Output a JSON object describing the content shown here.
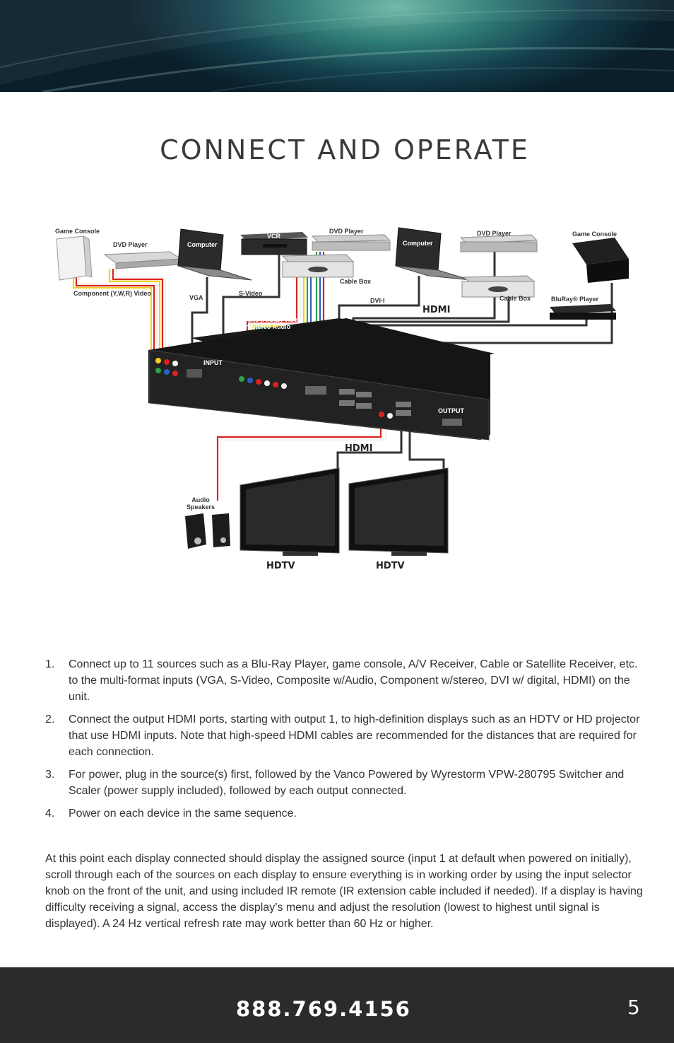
{
  "page": {
    "title": "CONNECT AND OPERATE",
    "phone": "888.769.4156",
    "page_number": "5"
  },
  "diagram": {
    "labels": {
      "game_console_left": "Game Console",
      "dvd_player_left": "DVD Player",
      "computer_left": "Computer",
      "vcr": "VCR",
      "dvd_player_mid": "DVD Player",
      "computer_right": "Computer",
      "dvd_player_right": "DVD Player",
      "game_console_right": "Game Console",
      "cable_box_mid": "Cable Box",
      "cable_box_right": "Cable Box",
      "bluray_player": "BluRay® Player",
      "component_video": "Component (Y,W,R) Video",
      "vga": "VGA",
      "svideo": "S-Video",
      "dvi": "DVI-I",
      "hdmi_top": "HDMI",
      "composite_line1": "Composite (R,G,B) Video",
      "composite_line2": "with Stereo Audio",
      "hdmi_bottom": "HDMI",
      "audio_line1": "Audio",
      "audio_line2": "Speakers",
      "hdtv_left": "HDTV",
      "hdtv_right": "HDTV",
      "input_panel": "INPUT",
      "output_panel": "OUTPUT"
    },
    "cable_colors": {
      "red": "#d9231f",
      "yellow": "#f2d21e",
      "white": "#f4f4f4",
      "green": "#2aa24a",
      "blue": "#2b5fc7",
      "black": "#333333"
    }
  },
  "instructions": {
    "steps": [
      {
        "num": "1.",
        "text": "Connect up to 11 sources such as a Blu-Ray Player, game console, A/V Receiver, Cable or Satellite Receiver, etc. to the multi-format inputs (VGA, S-Video, Composite w/Audio, Component w/stereo, DVI w/ digital, HDMI) on the unit."
      },
      {
        "num": "2.",
        "text": "Connect the output HDMI ports, starting with output 1, to high-definition displays such as an HDTV or HD projector that use HDMI inputs.  Note that high-speed HDMI cables are recommended for the distances that are required for each connection."
      },
      {
        "num": "3.",
        "text": "For power, plug in the source(s) first, followed by the Vanco Powered by Wyrestorm VPW-280795 Switcher and Scaler (power supply included), followed by each output connected."
      },
      {
        "num": "4.",
        "text": "Power on each device in the same sequence."
      }
    ],
    "closing": "At this point each display connected should display the assigned source (input 1 at default when powered on initially), scroll through each of the sources on each display to ensure everything is in working order by using the input selector knob on the front of the unit, and using included IR remote (IR extension cable included if needed).  If a display is having difficulty receiving a signal, access the display’s menu and adjust the resolution (lowest to highest until signal is displayed).  A 24 Hz vertical refresh rate may work better than 60 Hz or higher."
  }
}
